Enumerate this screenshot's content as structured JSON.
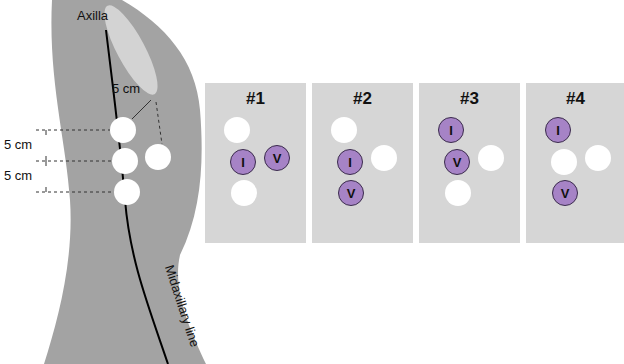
{
  "diagram": {
    "nodes": [
      {
        "text": [
          "#1"
        ]
      },
      {
        "text": [
          "I"
        ],
        "in": 0
      },
      {
        "text": [
          "V"
        ],
        "in": 0
      },
      {
        "text": [
          "#2"
        ]
      },
      {
        "text": [
          "I"
        ],
        "in": 3
      },
      {
        "text": [
          "V"
        ],
        "in": 3
      },
      {
        "text": [
          "#3"
        ]
      },
      {
        "text": [
          "I"
        ],
        "in": 6
      },
      {
        "text": [
          "V"
        ],
        "in": 6
      },
      {
        "text": [
          "#4"
        ]
      },
      {
        "text": [
          "I"
        ],
        "in": 9
      },
      {
        "text": [
          "V"
        ],
        "in": 9
      }
    ],
    "labels": [
      "Axilla",
      "5 cm",
      "5 cm",
      "5 cm",
      "Midaxillary line"
    ]
  }
}
